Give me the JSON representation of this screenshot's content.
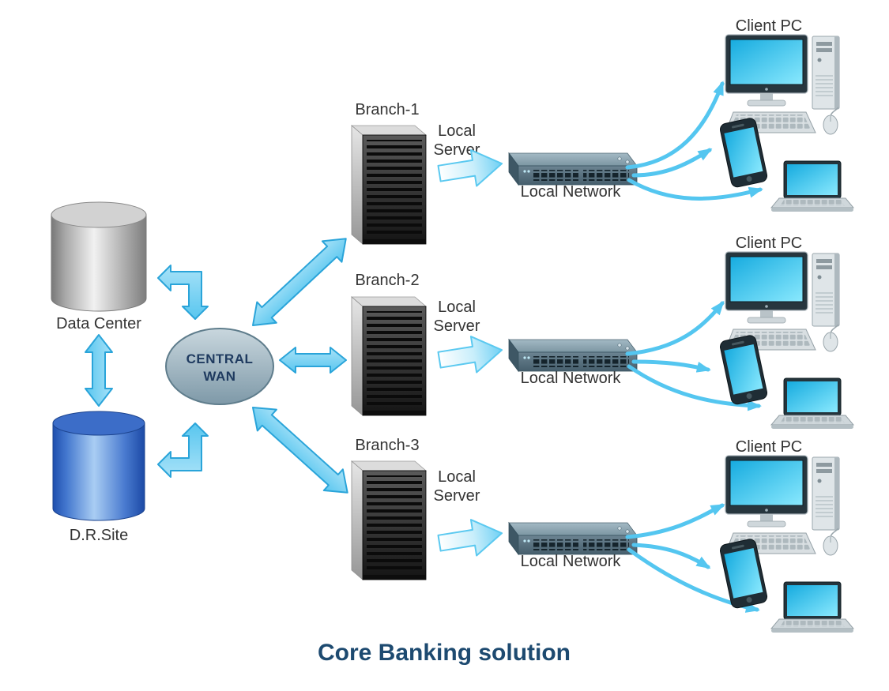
{
  "title": "Core Banking solution",
  "colors": {
    "arrow_fill": "#54C6F0",
    "arrow_outline": "#2AA4D9",
    "screen_cyan": "#35C8F0",
    "title_text": "#1D4A70",
    "label_text": "#333333",
    "wan_fill": "#8FA9B8",
    "dr_site_blue": "#3C6DC8",
    "data_center_gray": "#ABABAB"
  },
  "left_section": {
    "data_center_label": "Data Center",
    "dr_site_label": "D.R.Site",
    "wan_label_lines": [
      "CENTRAL",
      "WAN"
    ]
  },
  "branches": [
    {
      "name": "Branch-1",
      "server_label_lines": [
        "Local",
        "Server"
      ],
      "network_label": "Local Network",
      "client_pc_label": "Client PC"
    },
    {
      "name": "Branch-2",
      "server_label_lines": [
        "Local",
        "Server"
      ],
      "network_label": "Local Network",
      "client_pc_label": "Client PC"
    },
    {
      "name": "Branch-3",
      "server_label_lines": [
        "Local",
        "Server"
      ],
      "network_label": "Local Network",
      "client_pc_label": "Client PC"
    }
  ]
}
